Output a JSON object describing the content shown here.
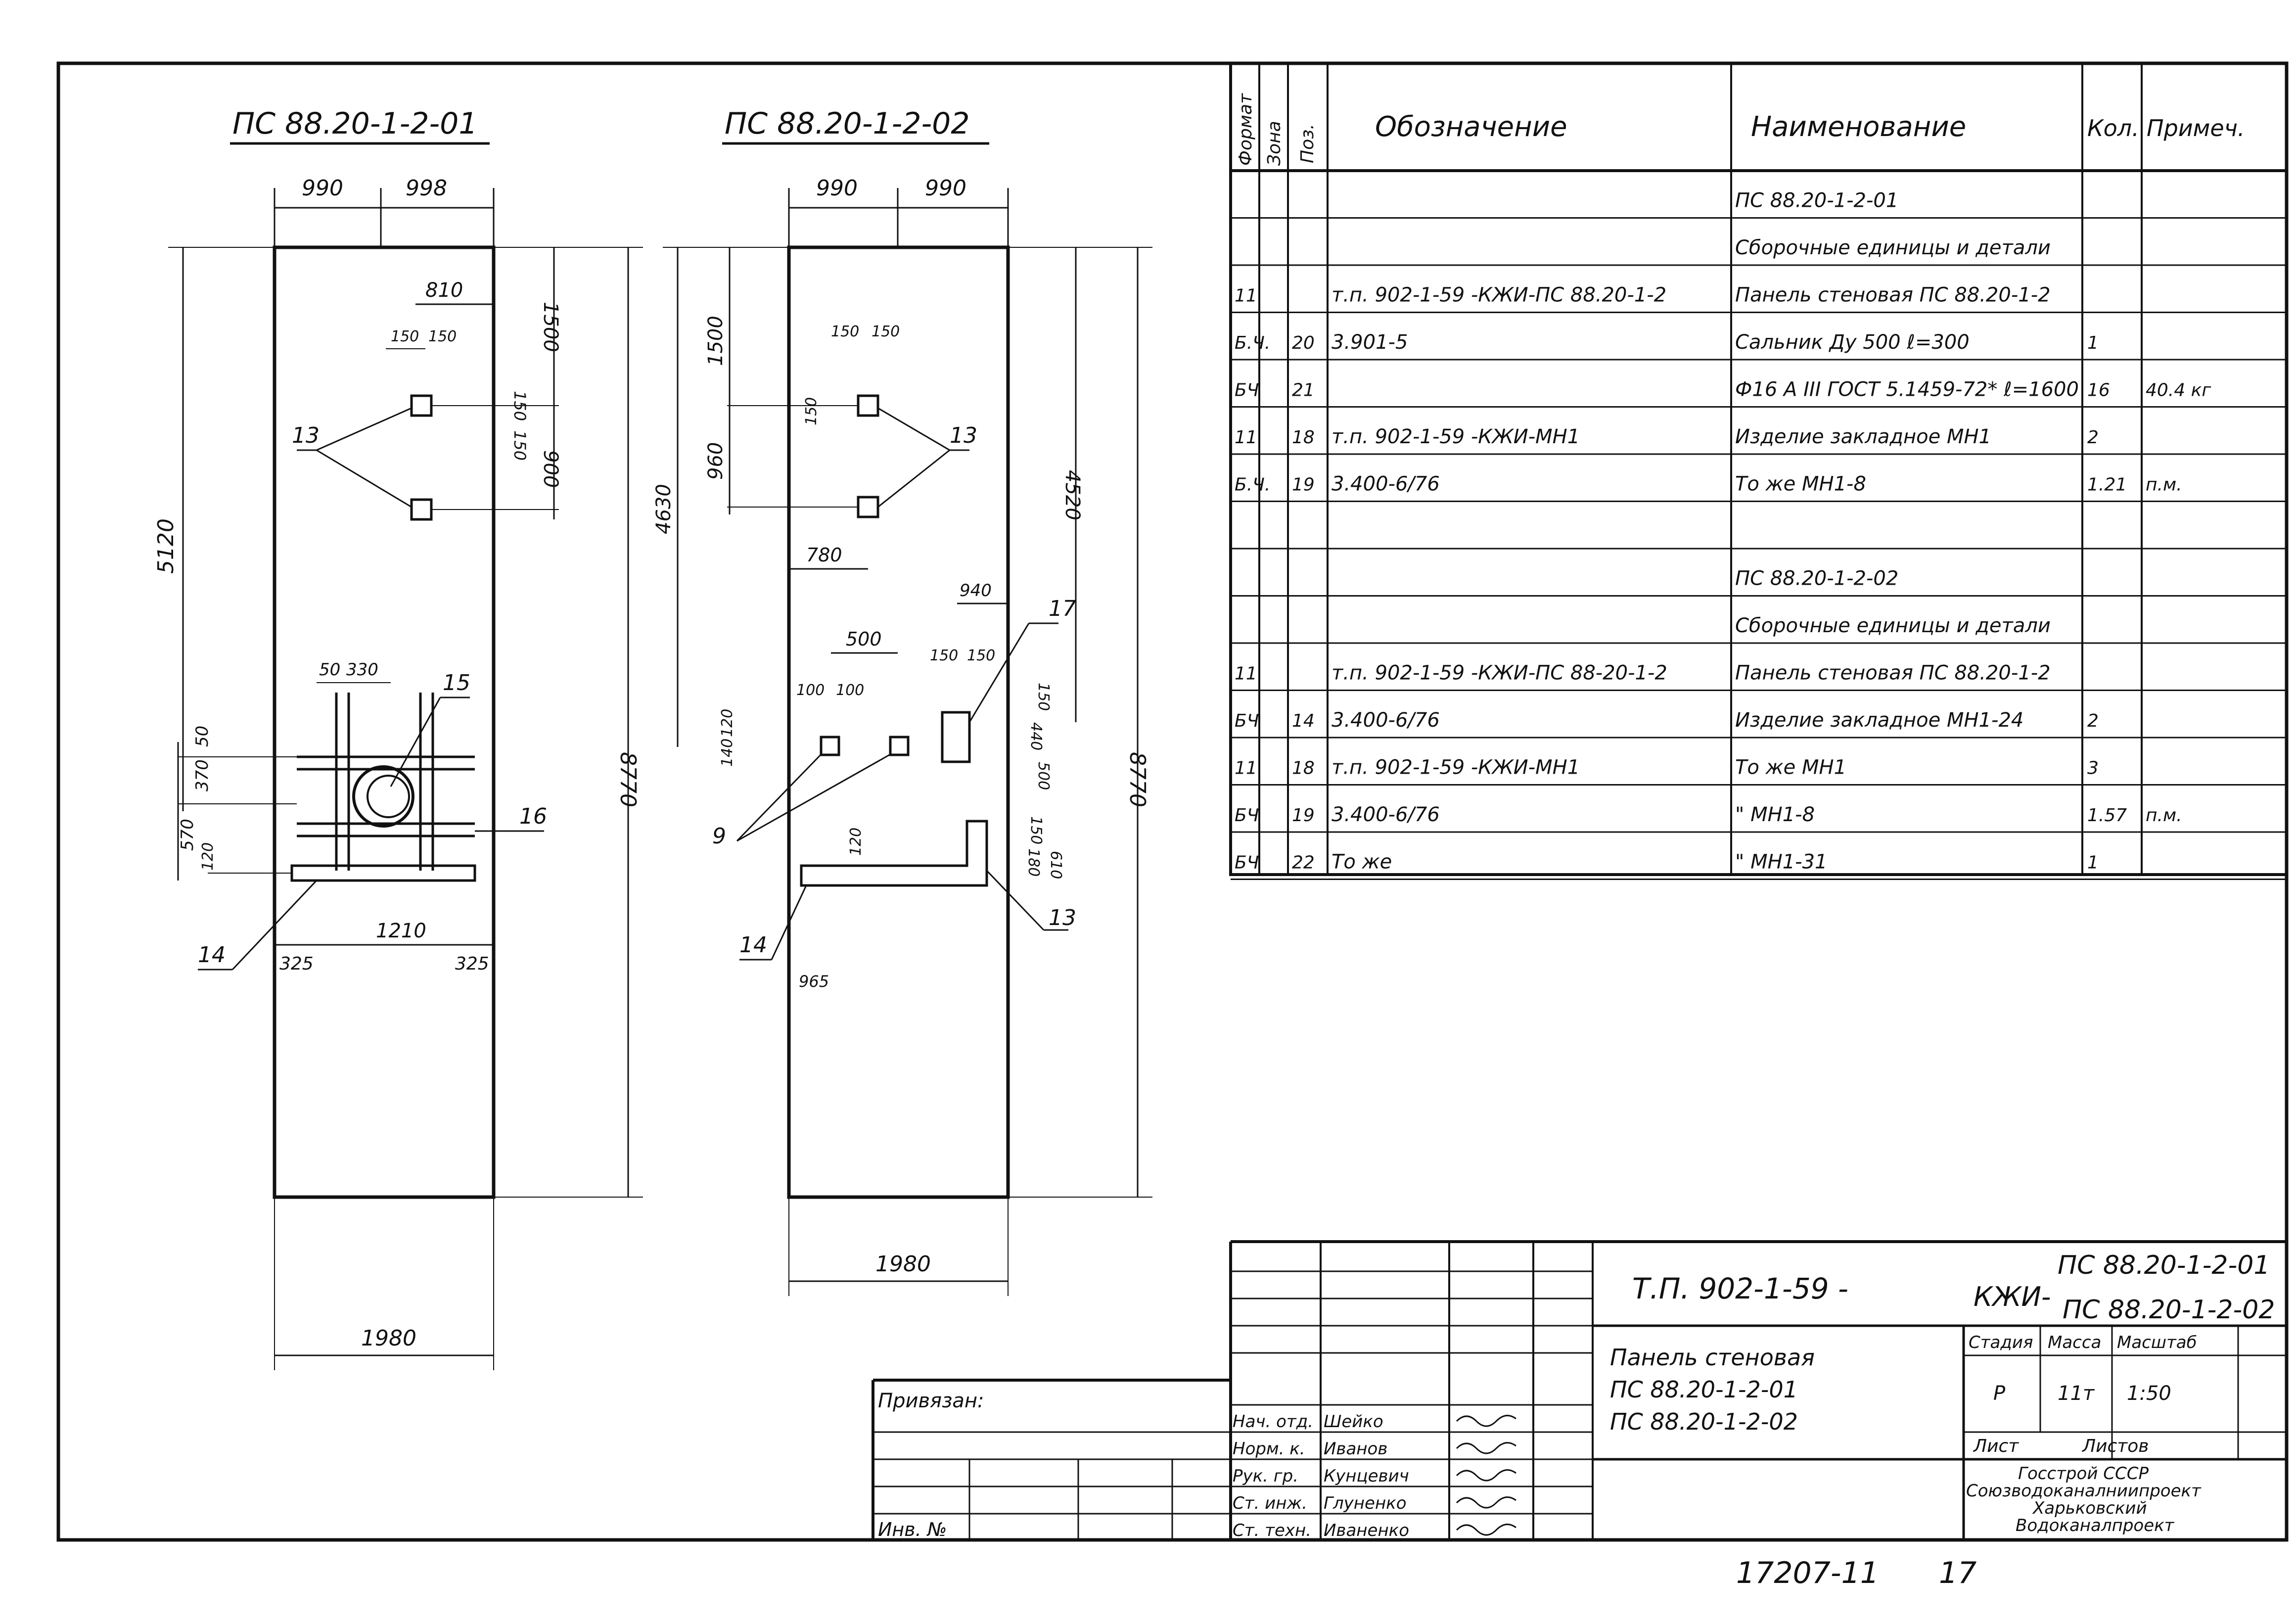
{
  "views": [
    {
      "title": "ПС 88.20-1-2-01",
      "dims": {
        "top_left": "990",
        "top_right": "998",
        "d810": "810",
        "d150a": "150",
        "d150b": "150",
        "d1500": "1500",
        "d150c": "150",
        "d150d": "150",
        "d900": "900",
        "height_5120": "5120",
        "total_8770": "8770",
        "d50": "50",
        "d330": "330",
        "d50b": "50",
        "d370": "370",
        "d570": "570",
        "d120": "120",
        "d1210": "1210",
        "d325a": "325",
        "d325b": "325",
        "bottom": "1980"
      },
      "callouts": {
        "c13": "13",
        "c15": "15",
        "c16": "16",
        "c14": "14"
      }
    },
    {
      "title": "ПС 88.20-1-2-02",
      "dims": {
        "top_left": "990",
        "top_right": "990",
        "d150a": "150",
        "d150b": "150",
        "d1500": "1500",
        "d150c": "150",
        "d960": "960",
        "d4630": "4630",
        "d4520": "4520",
        "d780": "780",
        "d940": "940",
        "d500": "500",
        "d100a": "100",
        "d100b": "100",
        "d120": "120",
        "d140": "140",
        "d150e": "150",
        "d150f": "150",
        "d150g": "150",
        "d440": "440",
        "d500b": "500",
        "d150h": "150",
        "d120b": "120",
        "d180": "180",
        "d610": "610",
        "d965": "965",
        "total_8770": "8770",
        "bottom": "1980"
      },
      "callouts": {
        "c13a": "13",
        "c17": "17",
        "c9": "9",
        "c14": "14",
        "c13b": "13"
      }
    }
  ],
  "spec": {
    "headers": [
      "Формат",
      "Зона",
      "Поз.",
      "Обозначение",
      "Наименование",
      "Кол.",
      "Примеч."
    ],
    "rows": [
      [
        "",
        "",
        "",
        "",
        "ПС 88.20-1-2-01",
        "",
        ""
      ],
      [
        "",
        "",
        "",
        "",
        "Сборочные единицы и детали",
        "",
        ""
      ],
      [
        "11",
        "",
        "",
        "т.п. 902-1-59     -КЖИ-ПС 88.20-1-2",
        "Панель стеновая ПС 88.20-1-2",
        "",
        ""
      ],
      [
        "Б.Ч.",
        "",
        "20",
        "3.901-5",
        "Сальник Ду 500 ℓ=300",
        "1",
        ""
      ],
      [
        "БЧ",
        "",
        "21",
        "",
        "Ф16 А III ГОСТ 5.1459-72* ℓ=1600",
        "16",
        "40.4 кг"
      ],
      [
        "11",
        "",
        "18",
        "т.п. 902-1-59     -КЖИ-МН1",
        "Изделие закладное  МН1",
        "2",
        ""
      ],
      [
        "Б.Ч.",
        "",
        "19",
        "3.400-6/76",
        "То же                         МН1-8",
        "1.21",
        "п.м."
      ],
      [
        "",
        "",
        "",
        "",
        "",
        "",
        ""
      ],
      [
        "",
        "",
        "",
        "",
        "ПС 88.20-1-2-02",
        "",
        ""
      ],
      [
        "",
        "",
        "",
        "",
        "Сборочные единицы и детали",
        "",
        ""
      ],
      [
        "11",
        "",
        "",
        "т.п. 902-1-59     -КЖИ-ПС 88-20-1-2",
        "Панель стеновая  ПС 88.20-1-2",
        "",
        ""
      ],
      [
        "БЧ",
        "",
        "14",
        "3.400-6/76",
        "Изделие закладное МН1-24",
        "2",
        ""
      ],
      [
        "11",
        "",
        "18",
        "т.п. 902-1-59     -КЖИ-МН1",
        "То же                    МН1",
        "3",
        ""
      ],
      [
        "БЧ",
        "",
        "19",
        "3.400-6/76",
        "\"                        МН1-8",
        "1.57",
        "п.м."
      ],
      [
        "БЧ",
        "",
        "22",
        "То же",
        "\"                        МН1-31",
        "1",
        ""
      ]
    ]
  },
  "title_block": {
    "doc_code": "Т.П. 902-1-59 -",
    "kzhi": "КЖИ-",
    "code1": "ПС 88.20-1-2-01",
    "code2": "ПС 88.20-1-2-02",
    "name1": "Панель стеновая",
    "name2": "ПС 88.20-1-2-01",
    "name3": "ПС 88.20-1-2-02",
    "stage_label": "Стадия",
    "mass_label": "Масса",
    "scale_label": "Масштаб",
    "stage": "Р",
    "mass": "11т",
    "scale": "1:50",
    "sheet_label": "Лист",
    "sheets_label": "Листов",
    "org1": "Госстрой СССР",
    "org2": "Союзводоканалниипроект",
    "org3": "Харьковский",
    "org4": "Водоканалпроект",
    "binding_label": "Привязан:",
    "inv_label": "Инв. №",
    "signers": [
      [
        "Нач. отд.",
        "Шейко"
      ],
      [
        "Норм. к.",
        "Иванов"
      ],
      [
        "Рук. гр.",
        "Кунцевич"
      ],
      [
        "Ст. инж.",
        "Глуненко"
      ],
      [
        "Ст. техн.",
        "Иваненко"
      ]
    ],
    "footer_code": "17207-11",
    "footer_sheet": "17"
  }
}
